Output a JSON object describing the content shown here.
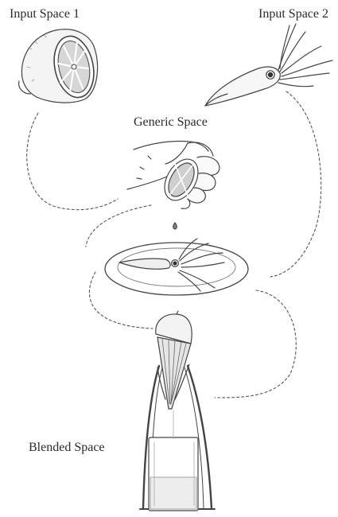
{
  "labels": {
    "input_space_1": "Input Space 1",
    "input_space_2": "Input Space 2",
    "generic_space": "Generic Space",
    "blended_space": "Blended Space"
  },
  "colors": {
    "ink": "#2b2b2b",
    "line": "#555555",
    "fill_light": "#eeeeee",
    "fill_mid": "#cfcfcf"
  }
}
